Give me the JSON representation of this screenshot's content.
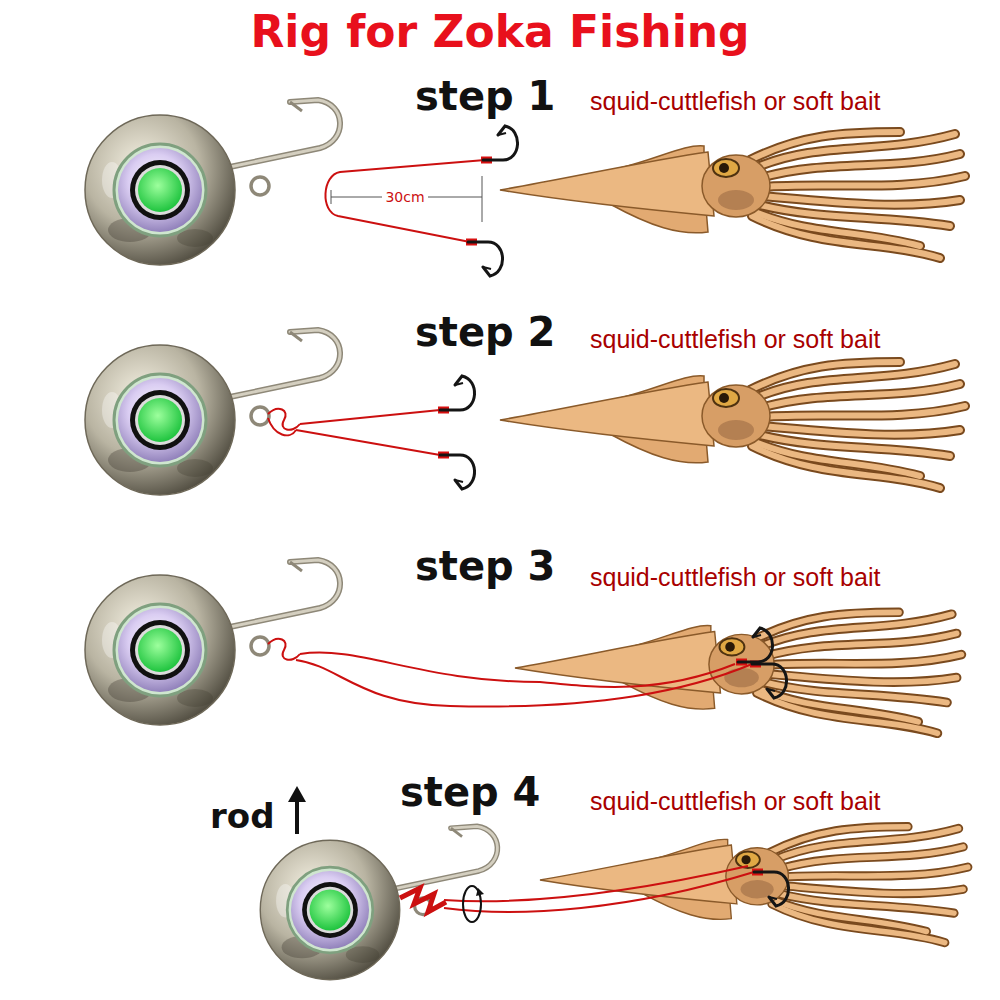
{
  "diagram": {
    "title": "Rig for Zoka Fishing",
    "labels": [
      "step 1",
      "squid-cuttlefish or soft bait",
      "30cm",
      "step 2",
      "squid-cuttlefish or soft bait",
      "step 3",
      "squid-cuttlefish or soft bait",
      "rod",
      "step 4",
      "squid-cuttlefish or soft bait"
    ]
  }
}
